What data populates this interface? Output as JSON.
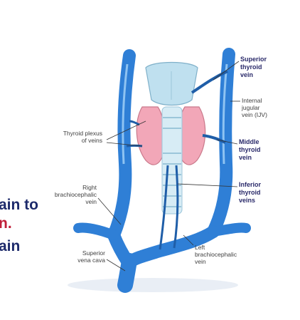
{
  "labels": {
    "superior_thyroid_vein": "Superior\nthyroid\nvein",
    "internal_jugular_vein": "Internal\njugular\nvein (IJV)",
    "thyroid_plexus": "Thyroid plexus\nof veins",
    "middle_thyroid_vein": "Middle\nthyroid\nvein",
    "right_brachiocephalic_vein": "Right\nbrachiocephalic\nvein",
    "inferior_thyroid_veins": "Inferior\nthyroid\nveins",
    "left_brachiocephalic_vein": "Left\nbrachiocephalic\nvein",
    "superior_vena_cava": "Superior\nvena cava"
  },
  "background_text": {
    "line1": "ain to",
    "line2": "n.",
    "line3": "ain"
  },
  "colors": {
    "vein": "#2f7fd6",
    "vein_dark": "#1f5ea8",
    "thyroid": "#f2a7b8",
    "cartilage": "#bfe0ef",
    "text_navy": "#1d2a6b",
    "text_red": "#c0203a"
  }
}
